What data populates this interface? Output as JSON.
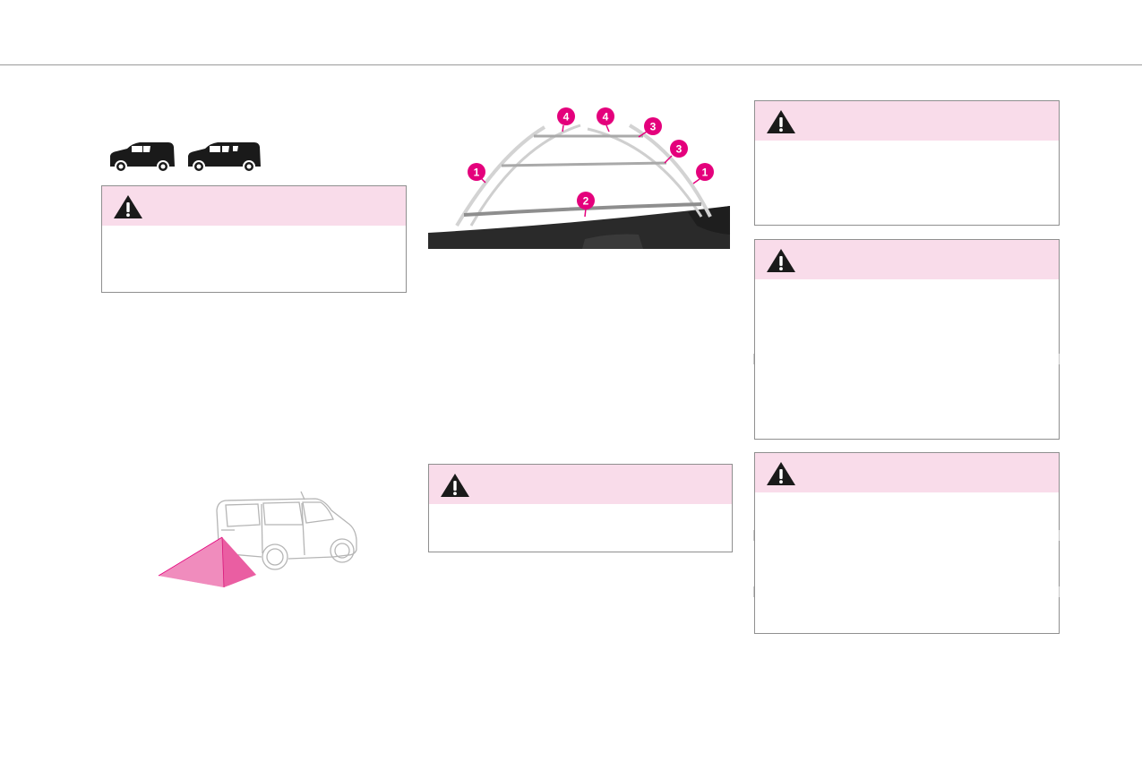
{
  "colors": {
    "accent": "#e4007c",
    "warning_header": "#f9dcea",
    "warning_border": "#8f8f8f",
    "rule": "#9a9a9a"
  },
  "icons": {
    "warning": "warning-triangle-icon",
    "van_short": "van-icon",
    "van_long": "van-icon"
  },
  "camera_view": {
    "callouts": [
      "4",
      "4",
      "3",
      "3",
      "1",
      "1",
      "2"
    ]
  },
  "warning_boxes": [
    {
      "id": "left",
      "icon": "warning-triangle-icon"
    },
    {
      "id": "middle",
      "icon": "warning-triangle-icon"
    },
    {
      "id": "right-1",
      "icon": "warning-triangle-icon"
    },
    {
      "id": "right-2",
      "icon": "warning-triangle-icon"
    },
    {
      "id": "right-3",
      "icon": "warning-triangle-icon"
    }
  ]
}
